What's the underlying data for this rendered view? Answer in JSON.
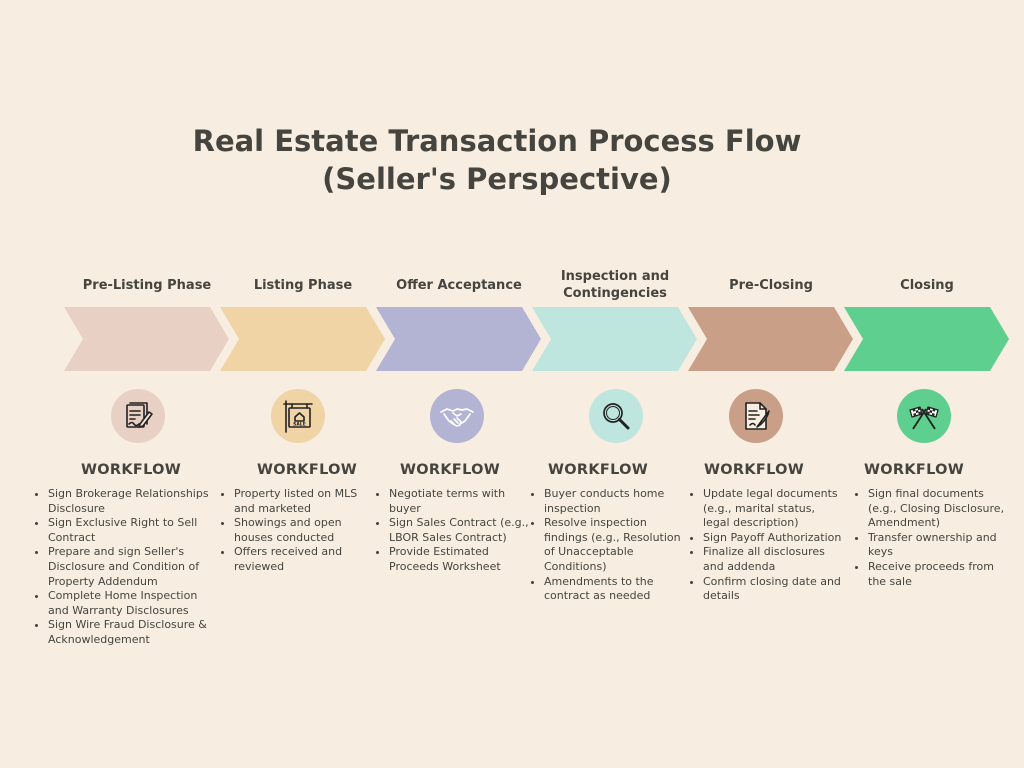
{
  "title": {
    "line1": "Real Estate Transaction Process Flow",
    "line2": "(Seller's Perspective)"
  },
  "phases": [
    {
      "label": "Pre-Listing Phase",
      "color": "#e8d0c4",
      "icon": "contract-signing-icon",
      "icon_bg": "#e8d0c4",
      "workflow_title": "WORKFLOW",
      "items": [
        "Sign Brokerage Relationships Disclosure",
        "Sign Exclusive Right to Sell Contract",
        "Prepare and sign Seller's Disclosure and Condition of Property Addendum",
        "Complete Home Inspection and Warranty Disclosures",
        "Sign Wire Fraud Disclosure & Acknowledgement"
      ]
    },
    {
      "label": "Listing Phase",
      "color": "#f0d4a6",
      "icon": "for-sale-sign-icon",
      "icon_bg": "#f0d4a6",
      "workflow_title": "WORKFLOW",
      "items": [
        "Property listed on MLS and marketed",
        "Showings and open houses conducted",
        "Offers received and reviewed"
      ]
    },
    {
      "label": "Offer Acceptance",
      "color": "#b3b3d4",
      "icon": "handshake-icon",
      "icon_bg": "#b3b3d4",
      "workflow_title": "WORKFLOW",
      "items": [
        "Negotiate terms with buyer",
        "Sign Sales Contract (e.g., LBOR Sales Contract)",
        "Provide Estimated Proceeds Worksheet"
      ]
    },
    {
      "label_line1": "Inspection and",
      "label_line2": "Contingencies",
      "color": "#bfe6de",
      "icon": "magnifying-glass-icon",
      "icon_bg": "#bfe6de",
      "workflow_title": "WORKFLOW",
      "items": [
        "Buyer conducts home inspection",
        "Resolve inspection findings (e.g., Resolution of Unacceptable Conditions)",
        "Amendments to the contract as needed"
      ]
    },
    {
      "label": "Pre-Closing",
      "color": "#c9a087",
      "icon": "document-quill-icon",
      "icon_bg": "#c9a087",
      "workflow_title": "WORKFLOW",
      "items": [
        "Update legal documents (e.g., marital status, legal description)",
        "Sign Payoff Authorization",
        "Finalize all disclosures and addenda",
        "Confirm closing date and details"
      ]
    },
    {
      "label": "Closing",
      "color": "#5ecf8e",
      "icon": "checkered-flags-icon",
      "icon_bg": "#5ecf8e",
      "workflow_title": "WORKFLOW",
      "items": [
        "Sign final documents (e.g., Closing Disclosure, Amendment)",
        "Transfer ownership and keys",
        "Receive proceeds from the sale"
      ]
    }
  ]
}
